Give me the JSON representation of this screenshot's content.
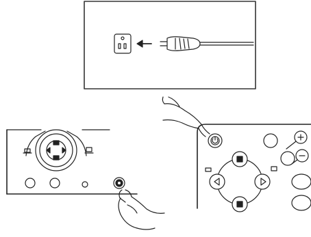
{
  "figure": {
    "kind": "instruction-illustration",
    "panels": [
      {
        "id": "power-connection",
        "depicts": [
          "wall-outlet",
          "arrow-left",
          "power-plug-with-cord"
        ]
      },
      {
        "id": "device-front",
        "depicts": [
          "lamp-lens-with-control-pad",
          "indicator-lamps",
          "round-buttons",
          "power-button",
          "pointing-hand"
        ]
      },
      {
        "id": "remote-control",
        "depicts": [
          "power-button",
          "zoom-in-button",
          "zoom-out-button",
          "directional-pad",
          "extra-buttons",
          "pointing-hand"
        ]
      }
    ],
    "colors": {
      "line": "#222222",
      "background": "#ffffff",
      "frame": "#333333"
    },
    "icons": {
      "zoom_in": "plus-magnifier-icon",
      "zoom_out": "minus-magnifier-icon",
      "power": "power-icon",
      "pad_up": "square-up-icon",
      "pad_down": "square-down-icon",
      "pad_left": "triangle-left-icon",
      "pad_right": "triangle-right-icon"
    }
  }
}
